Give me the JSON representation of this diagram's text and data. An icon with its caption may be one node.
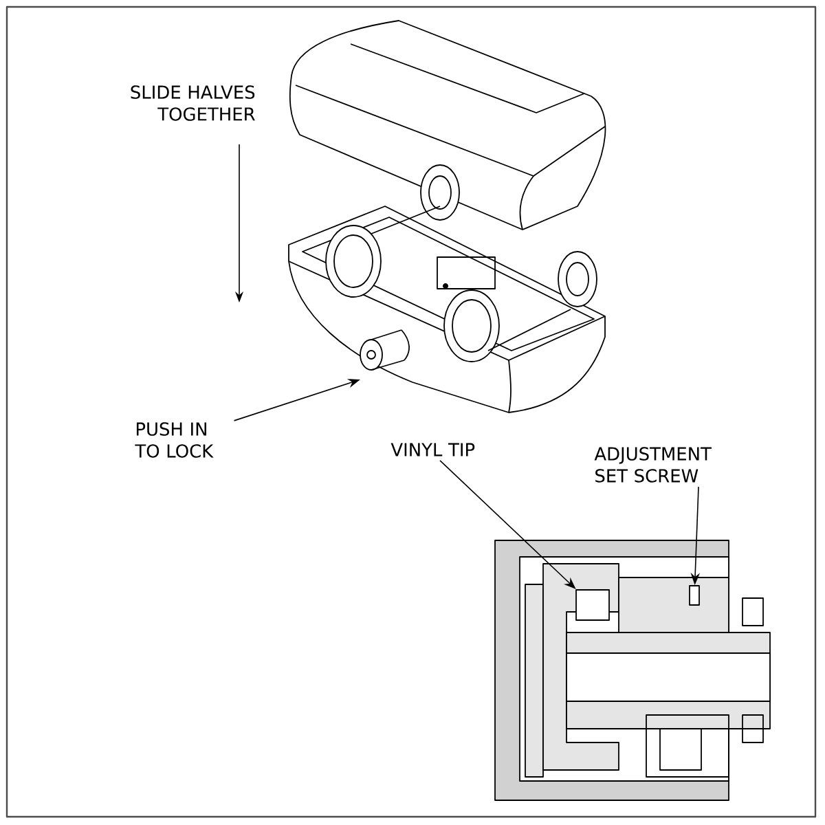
{
  "diagram": {
    "nodes": [
      {
        "text": [
          "SLIDE HALVES TOGETHER"
        ]
      },
      {
        "text": [
          "PUSH IN TO LOCK"
        ]
      },
      {
        "text": [
          "VINYL TIP"
        ]
      },
      {
        "text": [
          "ADJUSTMENT SET SCREW"
        ]
      },
      {
        "text": [],
        "shape": "box"
      },
      {
        "text": [],
        "shape": "box"
      }
    ],
    "edges": [
      {
        "from": 1,
        "to": null,
        "arrow": "to"
      },
      {
        "from": 2,
        "to": 4,
        "arrow": "to"
      },
      {
        "from": 3,
        "to": 5,
        "arrow": "to"
      }
    ]
  }
}
